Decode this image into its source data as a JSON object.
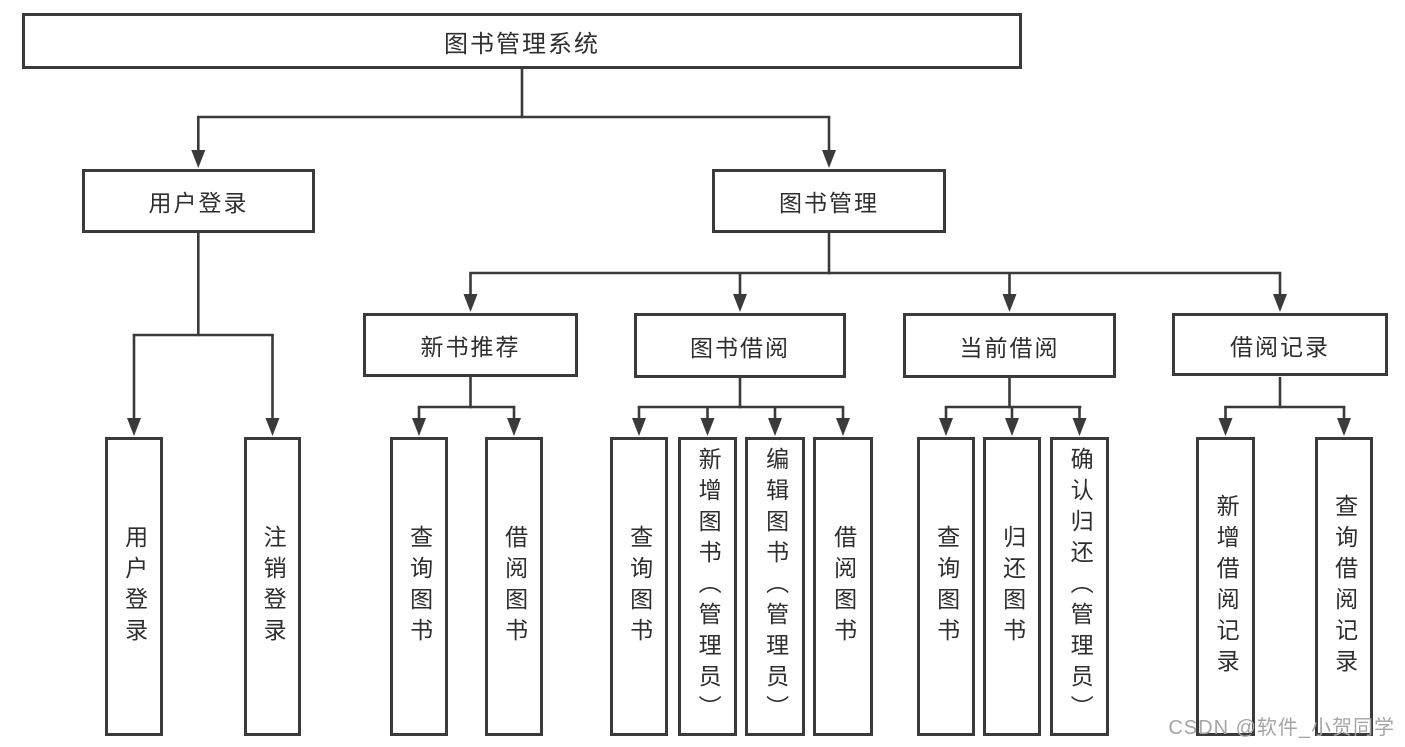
{
  "diagram": {
    "tree": {
      "label": "图书管理系统",
      "children": [
        {
          "label": "用户登录",
          "children": [
            {
              "label": "用户登录"
            },
            {
              "label": "注销登录"
            }
          ]
        },
        {
          "label": "图书管理",
          "children": [
            {
              "label": "新书推荐",
              "children": [
                {
                  "label": "查询图书"
                },
                {
                  "label": "借阅图书"
                }
              ]
            },
            {
              "label": "图书借阅",
              "children": [
                {
                  "label": "查询图书"
                },
                {
                  "label": "新增图书（管理员）"
                },
                {
                  "label": "编辑图书（管理员）"
                },
                {
                  "label": "借阅图书"
                }
              ]
            },
            {
              "label": "当前借阅",
              "children": [
                {
                  "label": "查询图书"
                },
                {
                  "label": "归还图书"
                },
                {
                  "label": "确认归还（管理员）"
                }
              ]
            },
            {
              "label": "借阅记录",
              "children": [
                {
                  "label": "新增借阅记录"
                },
                {
                  "label": "查询借阅记录"
                }
              ]
            }
          ]
        }
      ]
    }
  },
  "watermark": {
    "text": "CSDN @软件_小贺同学"
  },
  "colors": {
    "line": "#3a3a3a",
    "border": "#3a3a3a",
    "text": "#2e2e2e",
    "background": "#ffffff",
    "watermark": "#a5a5a5"
  }
}
